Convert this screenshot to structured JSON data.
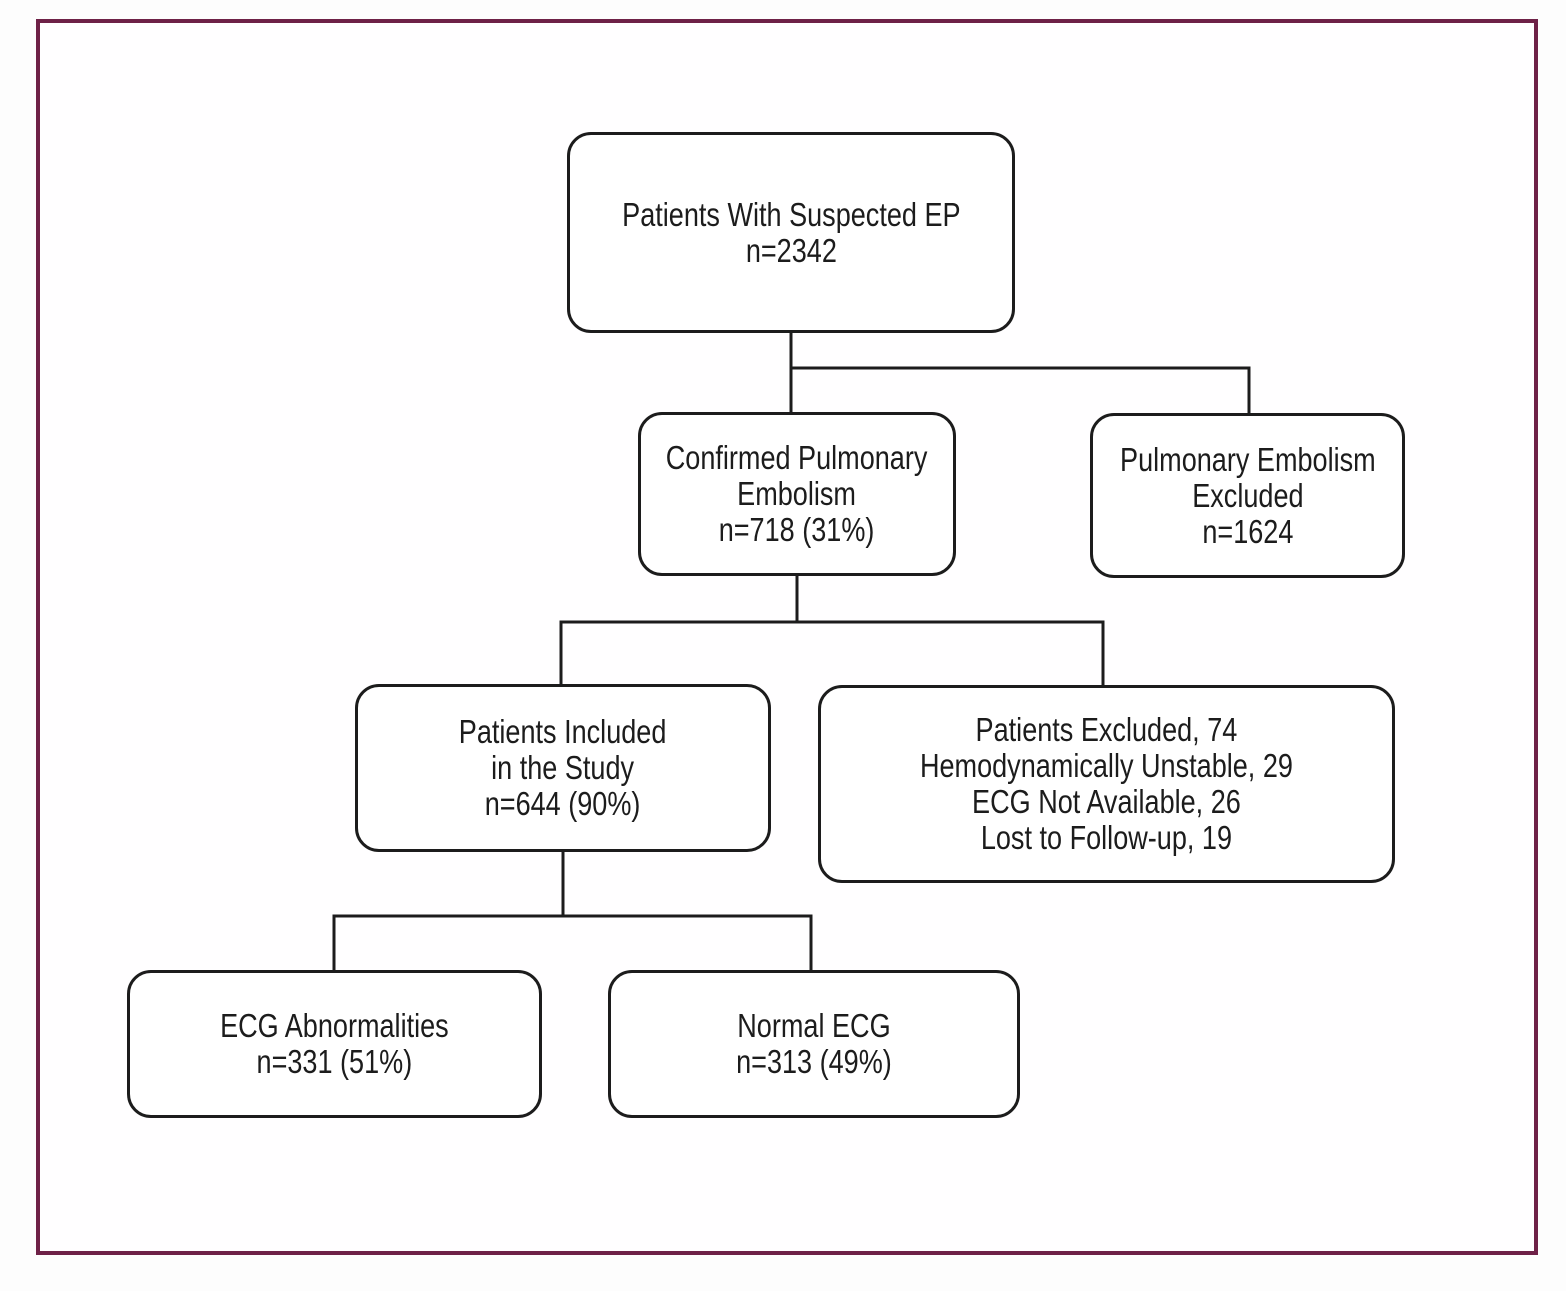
{
  "figure": {
    "type": "flowchart",
    "description": "Patient enrollment flow diagram"
  },
  "colors": {
    "frame_border": "#6e2147",
    "node_border": "#1c1c1c",
    "background": "#fdfdfd",
    "text_color": "#1c1c1c"
  },
  "nodes": [
    {
      "id": "suspected-pe",
      "lines": [
        "Patients With Suspected EP",
        "n=2342"
      ]
    },
    {
      "id": "confirmed-pe",
      "lines": [
        "Confirmed Pulmonary",
        "Embolism",
        "n=718 (31%)"
      ]
    },
    {
      "id": "pe-excluded",
      "lines": [
        "Pulmonary Embolism",
        "Excluded",
        "n=1624"
      ]
    },
    {
      "id": "included",
      "lines": [
        "Patients Included",
        "in the Study",
        "n=644 (90%)"
      ]
    },
    {
      "id": "excluded-reasons",
      "lines": [
        "Patients Excluded, 74",
        "Hemodynamically Unstable, 29",
        "ECG Not Available, 26",
        "Lost to Follow-up, 19"
      ]
    },
    {
      "id": "ecg-abnormalities",
      "lines": [
        "ECG Abnormalities",
        "n=331 (51%)"
      ]
    },
    {
      "id": "normal-ecg",
      "lines": [
        "Normal ECG",
        "n=313 (49%)"
      ]
    }
  ],
  "edges": [
    {
      "from": "suspected-pe",
      "to": "confirmed-pe"
    },
    {
      "from": "suspected-pe",
      "to": "pe-excluded"
    },
    {
      "from": "confirmed-pe",
      "to": "included"
    },
    {
      "from": "confirmed-pe",
      "to": "excluded-reasons"
    },
    {
      "from": "included",
      "to": "ecg-abnormalities"
    },
    {
      "from": "included",
      "to": "normal-ecg"
    }
  ]
}
